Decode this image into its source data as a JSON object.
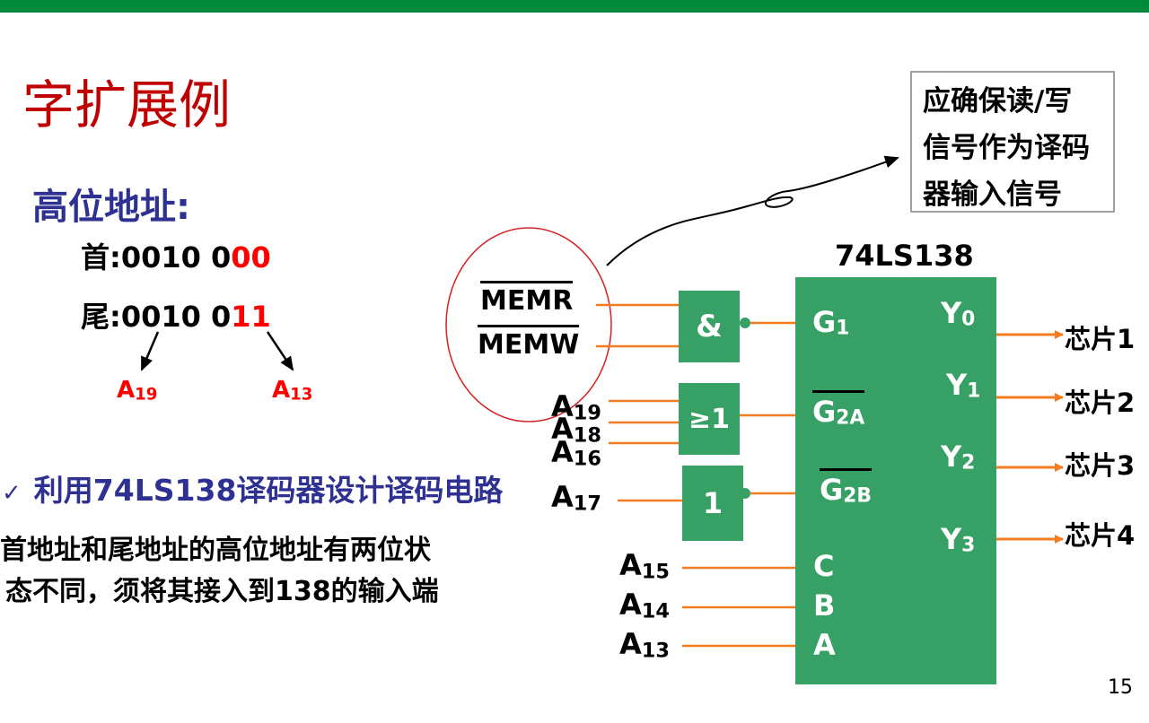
{
  "slide": {
    "title": "字扩展例",
    "page_number": "15"
  },
  "address": {
    "heading": "高位地址:",
    "first_label": "首:",
    "first_black": "0010 0",
    "first_red": "00",
    "last_label": "尾:",
    "last_black": "0010 0",
    "last_red": "11",
    "markers": [
      {
        "name": "A",
        "sub": "19"
      },
      {
        "name": "A",
        "sub": "13"
      }
    ]
  },
  "bullet": {
    "mark": "✓",
    "text": "利用74LS138译码器设计译码电路"
  },
  "paragraph": {
    "line1": "首地址和尾地址的高位地址有两位状",
    "line2": "态不同，须将其接入到138的输入端"
  },
  "note": {
    "lines": [
      "应确保读/写",
      "信号作为译码",
      "器输入信号"
    ]
  },
  "decoder": {
    "chip_name": "74LS138",
    "inputs": {
      "g1": {
        "name": "G",
        "sub": "1"
      },
      "g2a": {
        "name": "G",
        "sub": "2A"
      },
      "g2b": {
        "name": "G",
        "sub": "2B"
      },
      "c": "C",
      "b": "B",
      "a": "A"
    },
    "outputs": [
      {
        "name": "Y",
        "sub": "0",
        "chip": "芯片1"
      },
      {
        "name": "Y",
        "sub": "1",
        "chip": "芯片2"
      },
      {
        "name": "Y",
        "sub": "2",
        "chip": "芯片3"
      },
      {
        "name": "Y",
        "sub": "3",
        "chip": "芯片4"
      }
    ]
  },
  "gates": {
    "and": "&",
    "or": "≥1",
    "not": "1"
  },
  "signals": {
    "memr": "MEMR",
    "memw": "MEMW",
    "a19": {
      "name": "A",
      "sub": "19"
    },
    "a18": {
      "name": "A",
      "sub": "18"
    },
    "a16": {
      "name": "A",
      "sub": "16"
    },
    "a17": {
      "name": "A",
      "sub": "17"
    },
    "a15": {
      "name": "A",
      "sub": "15"
    },
    "a14": {
      "name": "A",
      "sub": "14"
    },
    "a13": {
      "name": "A",
      "sub": "13"
    }
  },
  "colors": {
    "topbar": "#00893a",
    "title": "#c00000",
    "heading_blue": "#2e3192",
    "chip_green": "#37a065",
    "wire_orange": "#f47b20",
    "highlight_red": "#ff0000"
  }
}
